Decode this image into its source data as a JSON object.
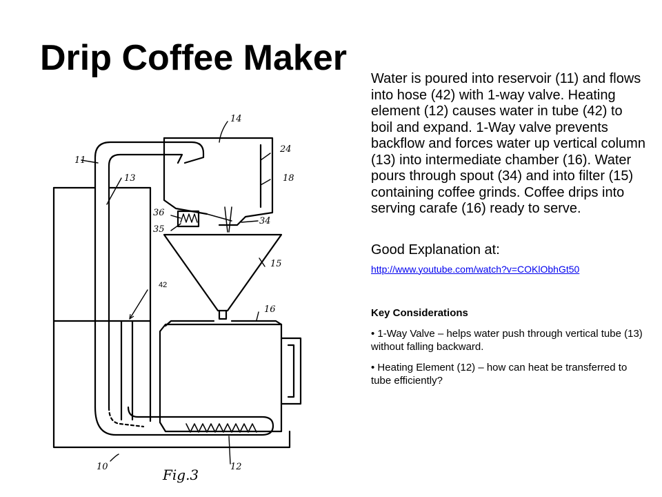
{
  "slide": {
    "title": "Drip Coffee Maker",
    "body": "Water is poured into reservoir (11) and flows into hose (42) with 1-way valve.  Heating element (12) causes water in tube (42) to boil and expand.  1-Way valve prevents backflow and forces water up vertical column (13) into intermediate chamber (16).  Water pours through spout (34) and into filter (15) containing coffee grinds.  Coffee drips into serving carafe (16) ready to serve.",
    "explanation_label": "Good Explanation at:",
    "link_text": "http://www.youtube.com/watch?v=COKlObhGt50",
    "key_title": "Key Considerations",
    "bullets": [
      "• 1-Way Valve – helps water push through vertical tube (13) without falling backward.",
      "• Heating Element (12) – how can heat be transferred to tube efficiently?"
    ]
  },
  "figure": {
    "labels": {
      "l14": "14",
      "l11": "11",
      "l13": "13",
      "l24": "24",
      "l18": "18",
      "l36": "36",
      "l35": "35",
      "l34": "34",
      "l15": "15",
      "l42": "42",
      "l16": "16",
      "l10": "10",
      "l12": "12",
      "fig": "Fig.3"
    }
  }
}
